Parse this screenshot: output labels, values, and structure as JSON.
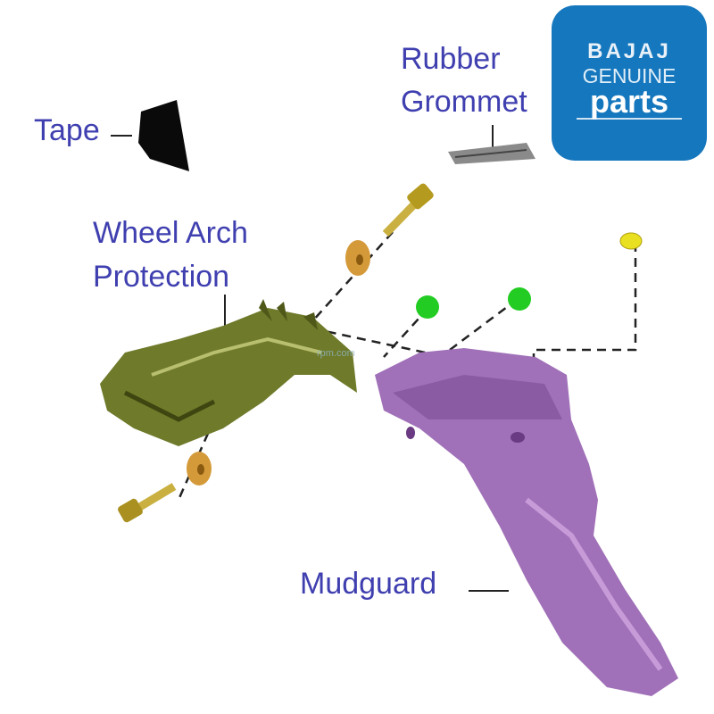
{
  "labels": {
    "tape": "Tape",
    "rubber_grommet": "Rubber Grommet",
    "wheel_arch_line1": "Wheel Arch",
    "wheel_arch_line2": "Protection",
    "mudguard": "Mudguard"
  },
  "logo": {
    "brand": "BAJAJ",
    "line2": "GENUINE",
    "line3": "parts",
    "color": "#1577bd"
  },
  "watermark": "rpm.com",
  "colors": {
    "label": "#3f3fb0",
    "mudguard": "#a070b8",
    "arch": "#6f7a2a",
    "washer": "#d49a3a",
    "nut_green": "#22cc22",
    "nut_yellow": "#e8e020"
  }
}
